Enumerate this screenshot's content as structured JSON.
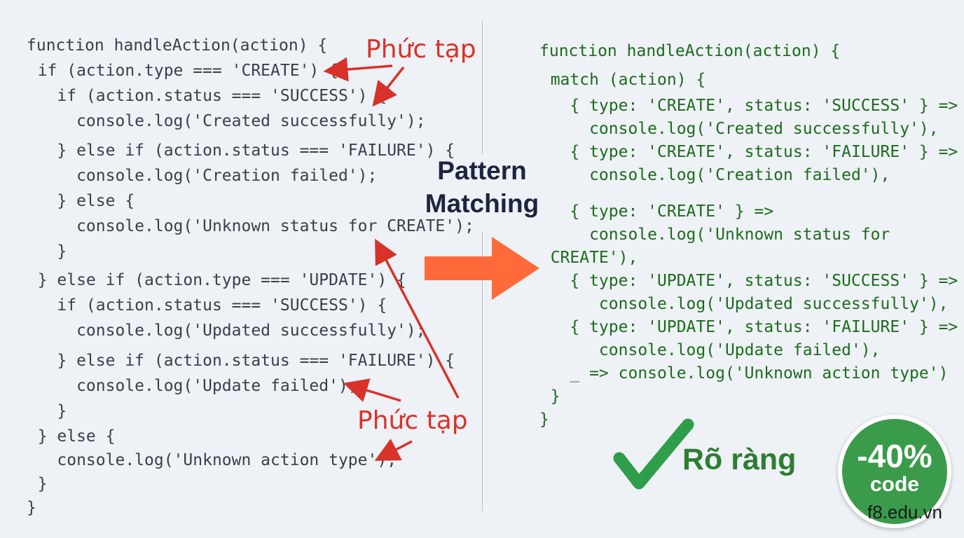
{
  "left_code": [
    "function handleAction(action) {",
    "  if (action.type === 'CREATE') {",
    "    if (action.status === 'SUCCESS') {",
    "      console.log('Created successfully');",
    "    } else if (action.status === 'FAILURE') {",
    "      console.log('Creation failed');",
    "    } else {",
    "      console.log('Unknown status for CREATE');",
    "    }",
    "  } else if (action.type === 'UPDATE') {",
    "    if (action.status === 'SUCCESS') {",
    "      console.log('Updated successfully');",
    "    } else if (action.status === 'FAILURE') {",
    "      console.log('Update failed');",
    "    }",
    "  } else {",
    "    console.log('Unknown action type');",
    "  }",
    "}"
  ],
  "right_code": [
    "function handleAction(action) {",
    "  match (action) {",
    "    { type: 'CREATE', status: 'SUCCESS' } =>",
    "      console.log('Created successfully'),",
    "    { type: 'CREATE', status: 'FAILURE' } =>",
    "      console.log('Creation failed'),",
    "    { type: 'CREATE' } =>",
    "      console.log('Unknown status for",
    "  CREATE'),",
    "    { type: 'UPDATE', status: 'SUCCESS' } =>",
    "       console.log('Updated successfully'),",
    "    { type: 'UPDATE', status: 'FAILURE' } =>",
    "       console.log('Update failed'),",
    "    _ => console.log('Unknown action type')",
    "  }",
    "}"
  ],
  "annotations": {
    "complex_top": "Phức tạp",
    "complex_bottom": "Phức tạp"
  },
  "center_title": {
    "line1": "Pattern",
    "line2": "Matching"
  },
  "clear_label": "Rõ ràng",
  "badge": {
    "percent": "-40%",
    "unit": "code"
  },
  "site": "f8.edu.vn",
  "colors": {
    "background": "#eef1f5",
    "left_code": "#3a3f47",
    "right_code": "#1d6b1d",
    "annotation_red": "#d8322a",
    "arrow_orange": "#ff6a3a",
    "check_green": "#2e9e4a",
    "badge_green": "#3a9b4a",
    "title_navy": "#1c2440"
  },
  "icons": [
    "red-arrow-icon",
    "orange-arrow-icon",
    "checkmark-icon"
  ]
}
